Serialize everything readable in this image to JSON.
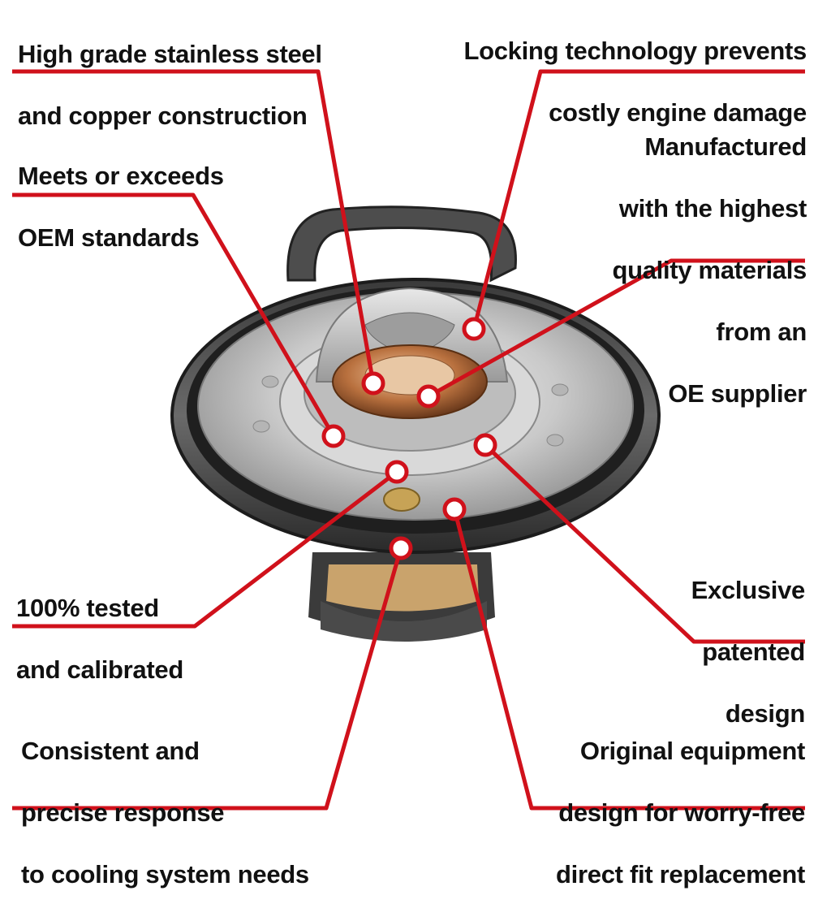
{
  "accent_color": "#d0111b",
  "callouts": {
    "steel": {
      "lines": [
        "High grade stainless steel",
        "and copper construction"
      ]
    },
    "locking": {
      "lines": [
        "Locking technology prevents",
        "costly engine damage"
      ]
    },
    "oem": {
      "lines": [
        "Meets or exceeds",
        "OEM standards"
      ]
    },
    "manufactured": {
      "lines": [
        "Manufactured",
        "with the highest",
        "quality materials",
        "from an",
        "OE supplier"
      ]
    },
    "tested": {
      "lines": [
        "100% tested",
        "and calibrated"
      ]
    },
    "exclusive": {
      "lines": [
        "Exclusive",
        "patented",
        "design"
      ]
    },
    "consistent": {
      "lines": [
        "Consistent and",
        "precise response",
        "to cooling system needs"
      ]
    },
    "original": {
      "lines": [
        "Original equipment",
        "design for worry-free",
        "direct fit replacement"
      ]
    }
  },
  "product_image": {
    "subject": "thermostat-with-gasket"
  }
}
